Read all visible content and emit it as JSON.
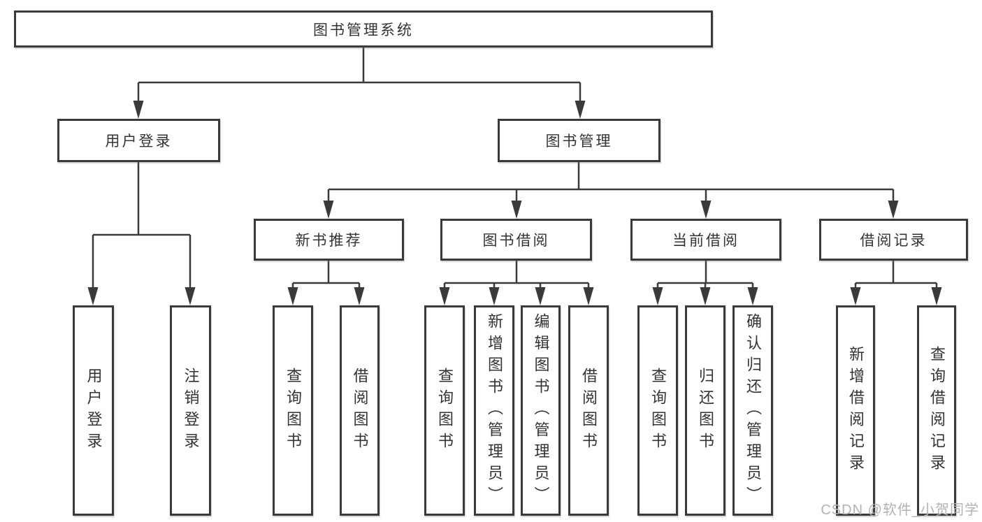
{
  "diagram": {
    "root_label": "图书管理系统",
    "level2": {
      "user_login": "用户登录",
      "book_mgmt": "图书管理"
    },
    "level3": {
      "new_book_rec": "新书推荐",
      "book_borrow": "图书借阅",
      "current_borrow": "当前借阅",
      "borrow_records": "借阅记录"
    },
    "leaves": {
      "user_login": "用户登录",
      "logout": "注销登录",
      "rec_query_books": "查询图书",
      "rec_borrow_books": "借阅图书",
      "bb_query_books": "查询图书",
      "bb_add_books": "新增图书（管理员）",
      "bb_edit_books": "编辑图书（管理员）",
      "bb_borrow_books": "借阅图书",
      "cb_query_books": "查询图书",
      "cb_return_books": "归还图书",
      "cb_confirm_return": "确认归还（管理员）",
      "br_add_record": "新增借阅记录",
      "br_query_record": "查询借阅记录"
    },
    "watermark": "CSDN @软件_小贺同学",
    "colors": {
      "line": "#3a3a3a",
      "text": "#333333",
      "watermark": "#b3b3b3",
      "background": "#ffffff"
    }
  }
}
